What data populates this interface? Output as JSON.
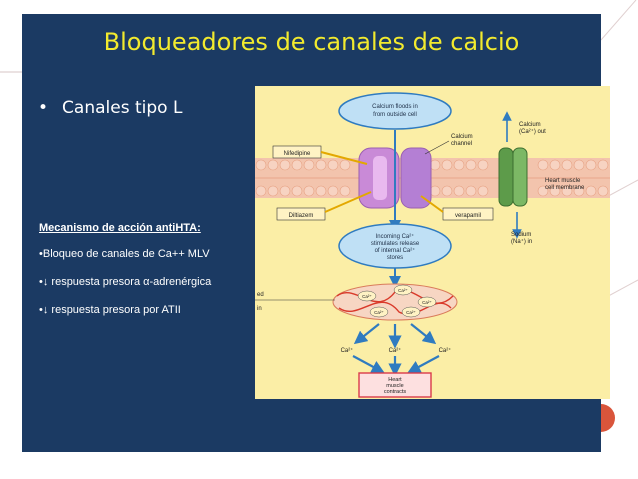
{
  "slide": {
    "title": "Bloqueadores de canales de calcio",
    "bullet": "Canales tipo L",
    "mechanism_heading": "Mecanismo de acción antiHTA:",
    "items": [
      "•Bloqueo de canales de Ca++ MLV",
      "•↓ respuesta presora α-adrenérgica",
      "•↓ respuesta presora por ATII"
    ]
  },
  "figure": {
    "calcium_floods": [
      "Calcium floods in",
      "from outside cell"
    ],
    "calcium_channel": [
      "Calcium",
      "channel"
    ],
    "nifedipine": "Nifedipine",
    "diltiazem": "Diltiazem",
    "verapamil": "verapamil",
    "calcium_out": [
      "Calcium",
      "(Ca²⁺) out"
    ],
    "heart_membrane": [
      "Heart muscle",
      "cell membrane"
    ],
    "sodium_in": [
      "Sodium",
      "(Na⁺) in"
    ],
    "incoming": [
      "Incoming Ca²⁺",
      "stimulates release",
      "of internal Ca²⁺",
      "stores"
    ],
    "ca_label": "Ca²⁺",
    "side_fragment": [
      "ed",
      "in"
    ],
    "contracts": [
      "Heart",
      "muscle",
      "contracts"
    ]
  },
  "colors": {
    "slide_bg": "#1b3a63",
    "title": "#f2ea2e",
    "figure_bg": "#fbeea6",
    "arrow": "#2f7bc0",
    "membrane": "#f2c0a8"
  }
}
